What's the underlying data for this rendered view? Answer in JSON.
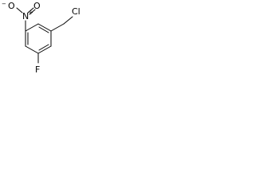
{
  "molecule": {
    "atoms": {
      "nitro_o_upper": "O",
      "nitro_o_upper_charge": "−",
      "nitro_n": "N",
      "nitro_n_charge": "+",
      "nitro_o_lower": "O",
      "chlorine": "Cl",
      "fluorine": "F"
    }
  }
}
